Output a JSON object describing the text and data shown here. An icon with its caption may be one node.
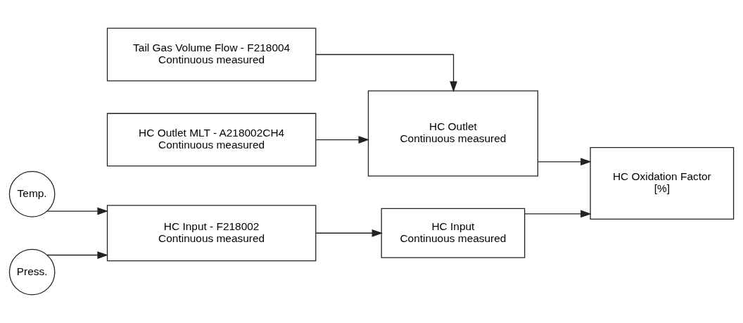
{
  "diagram": {
    "nodes": [
      {
        "text": [
          "HC Input - F218002",
          "Continuous measured"
        ]
      },
      {
        "text": [
          "Temp."
        ]
      },
      {
        "text": [
          "Press."
        ]
      },
      {
        "text": [
          "HC Input",
          "Continuous measured"
        ]
      },
      {
        "text": [
          "HC Oxidation Factor",
          "[%]"
        ]
      },
      {
        "text": [
          "Tail Gas Volume Flow - F218004",
          "Continuous measured"
        ]
      },
      {
        "text": [
          "HC Outlet MLT - A218002CH4",
          "Continuous measured"
        ]
      },
      {
        "text": [
          "HC Outlet",
          "Continuous measured"
        ]
      }
    ],
    "edges": [
      {
        "from": 1,
        "to": 0,
        "arrow": "to"
      },
      {
        "from": 2,
        "to": 0,
        "arrow": "to"
      },
      {
        "from": 0,
        "to": 3,
        "arrow": "to"
      },
      {
        "from": 3,
        "to": 4,
        "arrow": "to"
      },
      {
        "from": 5,
        "to": 7,
        "arrow": "to"
      },
      {
        "from": 6,
        "to": 7,
        "arrow": "to"
      },
      {
        "from": 7,
        "to": 4,
        "arrow": "to"
      }
    ]
  }
}
